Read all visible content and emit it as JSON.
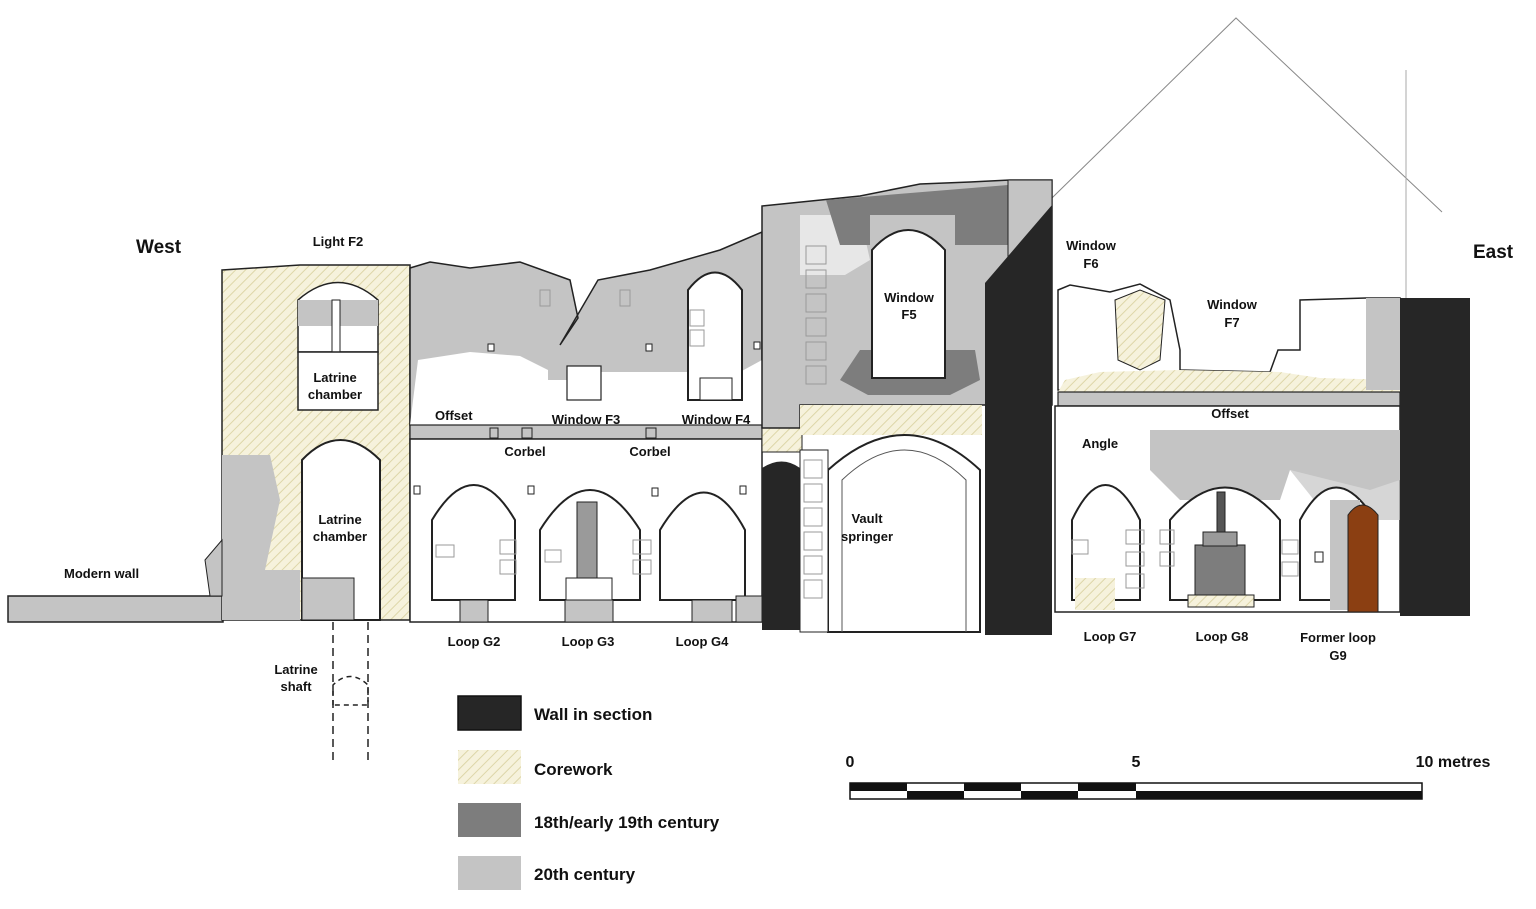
{
  "compass": {
    "west": "West",
    "east": "East"
  },
  "labels": {
    "light_f2": "Light F2",
    "latrine_chamber_upper": [
      "Latrine",
      "chamber"
    ],
    "latrine_chamber_lower": [
      "Latrine",
      "chamber"
    ],
    "modern_wall": "Modern wall",
    "latrine_shaft": [
      "Latrine",
      "shaft"
    ],
    "offset_west": "Offset",
    "window_f3": "Window F3",
    "window_f4": "Window F4",
    "corbel_1": "Corbel",
    "corbel_2": "Corbel",
    "loop_g2": "Loop G2",
    "loop_g3": "Loop G3",
    "loop_g4": "Loop G4",
    "window_f5": [
      "Window",
      "F5"
    ],
    "vault_springer": [
      "Vault",
      "springer"
    ],
    "window_f6": [
      "Window",
      "F6"
    ],
    "window_f7": [
      "Window",
      "F7"
    ],
    "offset_east": "Offset",
    "angle": "Angle",
    "loop_g7": "Loop G7",
    "loop_g8": "Loop G8",
    "former_loop_g9": [
      "Former loop",
      "G9"
    ]
  },
  "legend": [
    {
      "label": "Wall in section",
      "color": "#262626",
      "pattern": "solid"
    },
    {
      "label": "Corework",
      "color": "#f3efd6",
      "pattern": "hatch"
    },
    {
      "label": "18th/early 19th century",
      "color": "#7d7d7d",
      "pattern": "solid"
    },
    {
      "label": "20th century",
      "color": "#c4c4c4",
      "pattern": "solid"
    }
  ],
  "scale_bar": {
    "start": "0",
    "mid": "5",
    "end": "10 metres"
  },
  "colors": {
    "wall_section": "#262626",
    "corework": "#f3efd6",
    "c18": "#7d7d7d",
    "c20": "#c4c4c4",
    "door_g9": "#8b3f12"
  }
}
